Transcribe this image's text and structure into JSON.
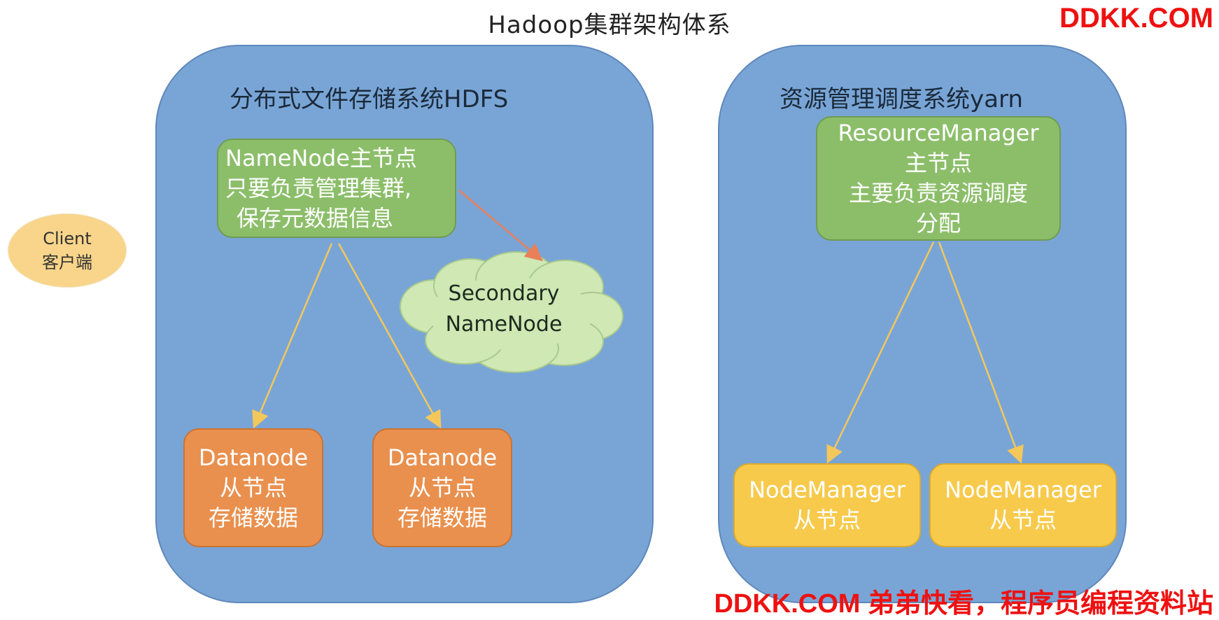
{
  "title": "Hadoop集群架构体系",
  "watermark_top": "DDKK.COM",
  "watermark_bottom": "DDKK.COM 弟弟快看，程序员编程资料站",
  "client": {
    "line1": "Client",
    "line2": "客户端"
  },
  "hdfs": {
    "title": "分布式文件存储系统HDFS",
    "namenode": {
      "line1": "NameNode主节点",
      "line2": "只要负责管理集群,",
      "line3": "保存元数据信息"
    },
    "secondary": {
      "line1": "Secondary",
      "line2": "NameNode"
    },
    "datanodes": [
      {
        "line1": "Datanode",
        "line2": "从节点",
        "line3": "存储数据"
      },
      {
        "line1": "Datanode",
        "line2": "从节点",
        "line3": "存储数据"
      }
    ]
  },
  "yarn": {
    "title": "资源管理调度系统yarn",
    "rm": {
      "line1": "ResourceManager",
      "line2": "主节点",
      "line3": "主要负责资源调度",
      "line4": "分配"
    },
    "nodemanagers": [
      {
        "line1": "NodeManager",
        "line2": "从节点"
      },
      {
        "line1": "NodeManager",
        "line2": "从节点"
      }
    ]
  },
  "colors": {
    "panel": "#79a5d6",
    "master_node": "#8cbe6a",
    "datanode": "#e9904e",
    "nodemanager": "#f7ca4c",
    "client": "#f8d58a",
    "cloud": "#cfe8b4",
    "arrow_yellow": "#f4c75b",
    "arrow_red": "#e8805a"
  }
}
